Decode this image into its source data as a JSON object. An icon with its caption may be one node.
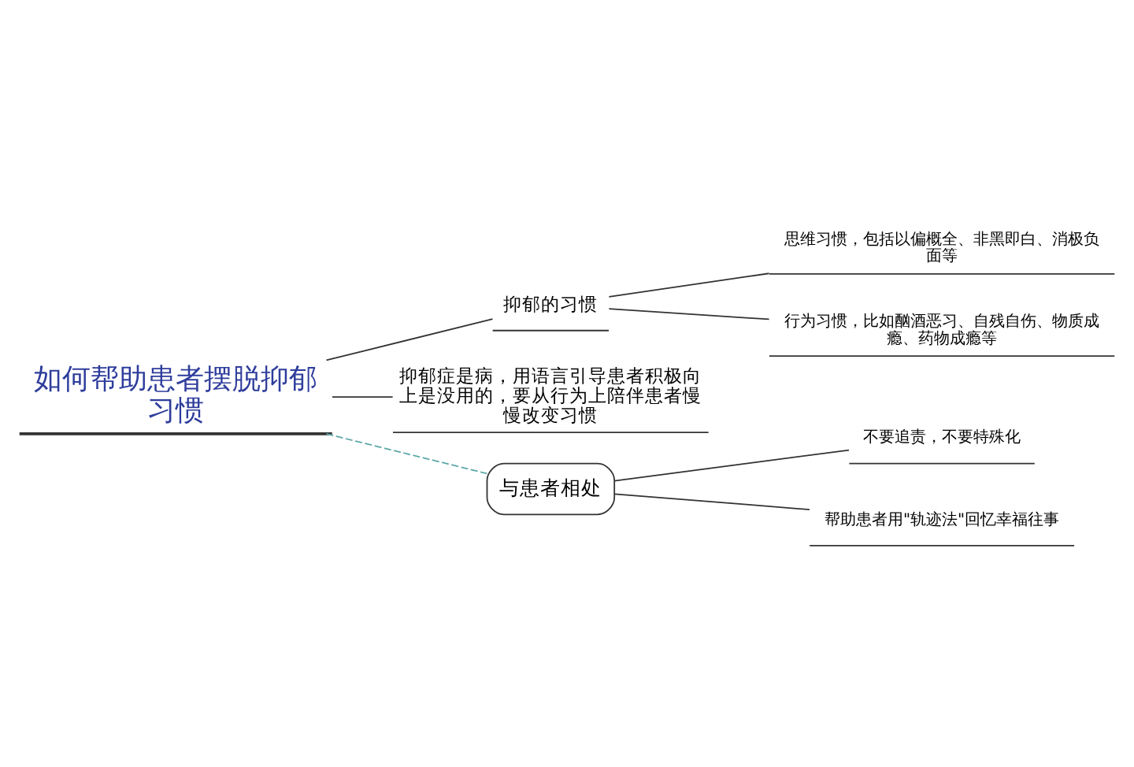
{
  "diagram": {
    "nodes": [
      {
        "text": [
          "如何帮助患者摆脱抑郁习惯"
        ]
      },
      {
        "text": [
          "抑郁的习惯"
        ]
      },
      {
        "text": [
          "思维习惯，包括以偏概全、非黑即白、消极负面等"
        ]
      },
      {
        "text": [
          "行为习惯，比如酗酒恶习、自残自伤、物质成瘾、药物成瘾等"
        ]
      },
      {
        "text": [
          "抑郁症是病，用语言引导患者积极向上是没用的，要从行为上陪伴患者慢慢改变习惯"
        ]
      },
      {
        "text": [
          "与患者相处"
        ]
      },
      {
        "text": [
          "不要追责，不要特殊化"
        ]
      },
      {
        "text": [
          "帮助患者用\"轨迹法\"回忆幸福往事"
        ]
      }
    ],
    "edges": [
      {
        "from": 0,
        "to": 1,
        "arrow": "none"
      },
      {
        "from": 1,
        "to": 2,
        "arrow": "none"
      },
      {
        "from": 1,
        "to": 3,
        "arrow": "none"
      },
      {
        "from": 0,
        "to": 4,
        "arrow": "none"
      },
      {
        "from": 0,
        "to": 5,
        "arrow": "none",
        "style": "dashed",
        "color": "#5fa8a8"
      },
      {
        "from": 5,
        "to": 6,
        "arrow": "none"
      },
      {
        "from": 5,
        "to": 7,
        "arrow": "none"
      }
    ]
  }
}
